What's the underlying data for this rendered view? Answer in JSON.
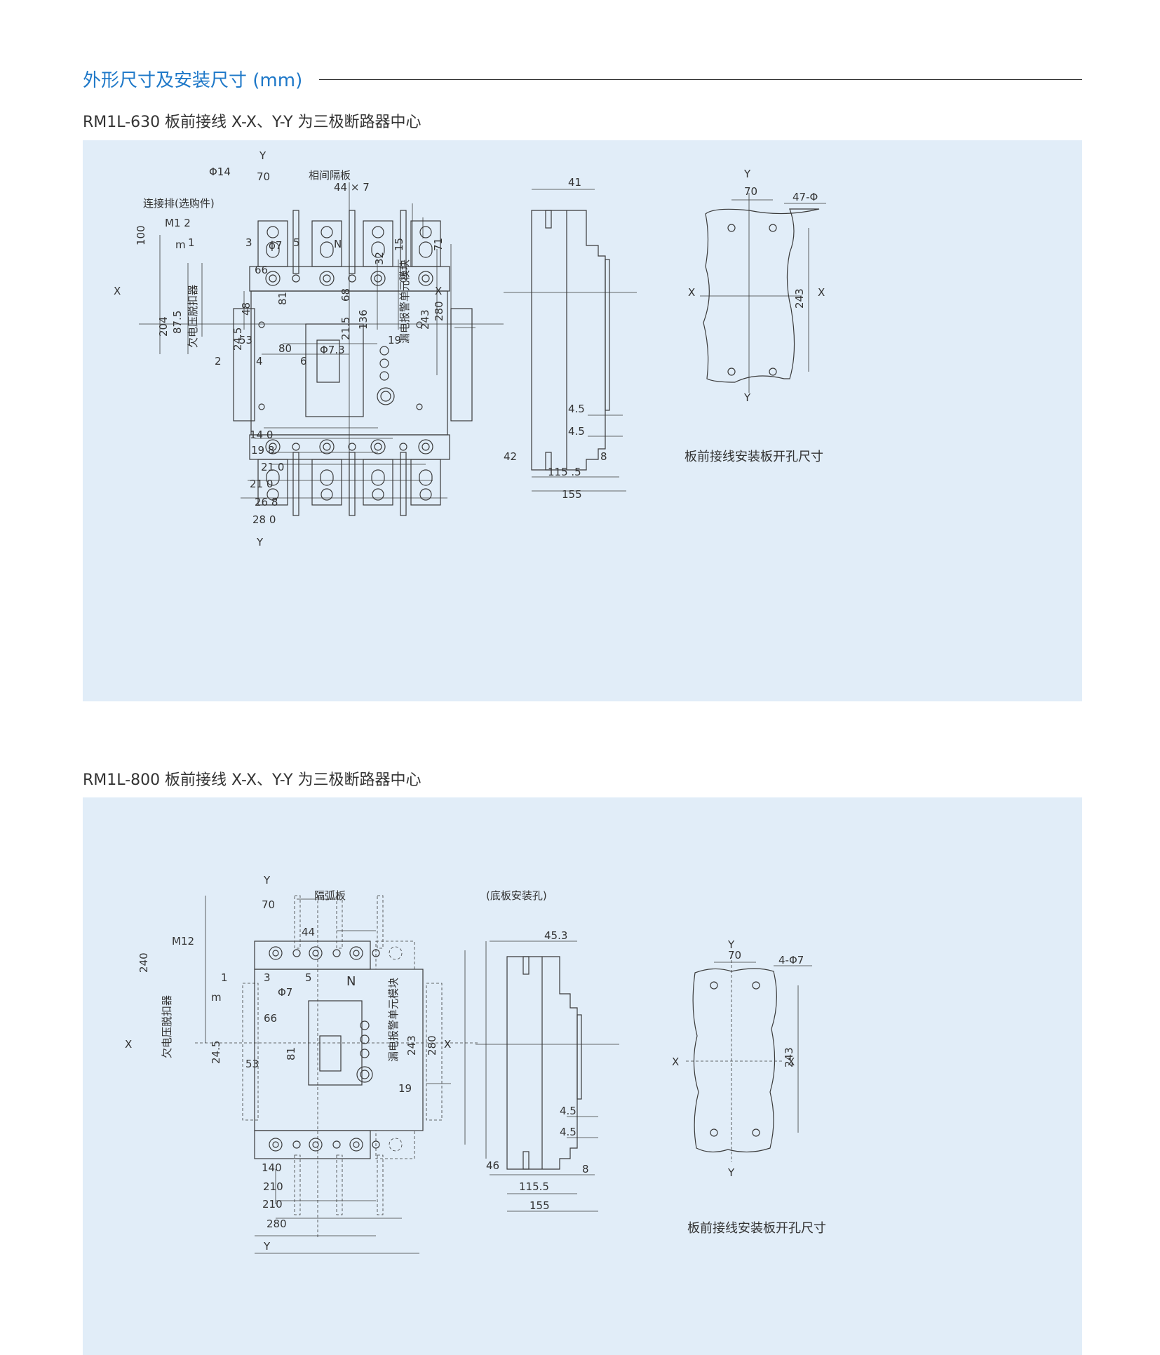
{
  "header": {
    "title": "外形尺寸及安装尺寸 (mm)"
  },
  "colors": {
    "title": "#1e78c8",
    "panel_bg": "#e1edf8",
    "line": "#3a3a3a"
  },
  "section630": {
    "caption": "RM1L-630 板前接线   X-X、Y-Y 为三极断路器中心",
    "front": {
      "Y_top": "Y",
      "Y_bottom": "Y",
      "X_left": "X",
      "X_right": "X",
      "phi14": "Φ14",
      "d70": "70",
      "phase_barrier": "相间隔板",
      "d44x7": "44 × 7",
      "conn_bar": "连接排(选购件)",
      "d100": "100",
      "m12": "M1 2",
      "d32": "32",
      "d15": "15",
      "d71": "71",
      "t1": "1",
      "t3": "3",
      "t5": "5",
      "tN": "N",
      "phi7": "ϕ7",
      "m": "m",
      "d66": "66",
      "d48": "48",
      "d81": "81",
      "d68": "68",
      "d136": "136",
      "d21_5": "21.5",
      "d243": "243",
      "d280v": "280",
      "d204": "204",
      "d87_5": "87.5",
      "uv_release": "欠电压脱扣器",
      "leak_module": "漏电报警单元模块",
      "d24_5": "24.5",
      "d53": "53",
      "d80": "80",
      "phi7_3": "Φ7.3",
      "d19": "19",
      "t2": "2",
      "t4": "4",
      "t6": "6",
      "d140": "14 0",
      "d198": "19 8",
      "d210a": "21 0",
      "d210b": "21 0",
      "d268": "26 8",
      "d280h": "28 0"
    },
    "side": {
      "d41": "41",
      "d4_5a": "4.5",
      "d4_5b": "4.5",
      "d42": "42",
      "d8": "8",
      "d115_5": "115 .5",
      "d155": "155"
    },
    "hole": {
      "Y_top": "Y",
      "Y_bottom": "Y",
      "X_left": "X",
      "X_right": "X",
      "d70": "70",
      "holes": "47-Φ",
      "d243": "243",
      "caption": "板前接线安装板开孔尺寸"
    }
  },
  "section800": {
    "caption": "RM1L-800 板前接线 X-X、Y-Y 为三极断路器中心",
    "front": {
      "Y_top": "Y",
      "Y_bottom": "Y",
      "X_left": "X",
      "X_right": "X",
      "d70": "70",
      "arc_barrier": "隔弧板",
      "m12": "M12",
      "d44": "44",
      "d240": "240",
      "t1": "1",
      "t3": "3",
      "t5": "5",
      "tN": "N",
      "phi7": "Φ7",
      "m": "m",
      "d66": "66",
      "d81": "81",
      "d24_5": "24.5",
      "d53": "53",
      "uv_release": "欠电压脱扣器",
      "leak_module": "漏电报警单元模块",
      "d243": "243",
      "d280v": "280",
      "d19": "19",
      "d140": "140",
      "d210a": "210",
      "d210b": "210",
      "d280h": "280"
    },
    "side": {
      "note": "(底板安装孔)",
      "d45_3": "45.3",
      "d4_5a": "4.5",
      "d4_5b": "4.5",
      "d46": "46",
      "d8": "8",
      "d115_5": "115.5",
      "d155": "155"
    },
    "hole": {
      "Y_top": "Y",
      "Y_bottom": "Y",
      "X_left": "X",
      "X_right": "X",
      "d70": "70",
      "holes": "4-Φ7",
      "d243": "243",
      "caption": "板前接线安装板开孔尺寸"
    }
  }
}
